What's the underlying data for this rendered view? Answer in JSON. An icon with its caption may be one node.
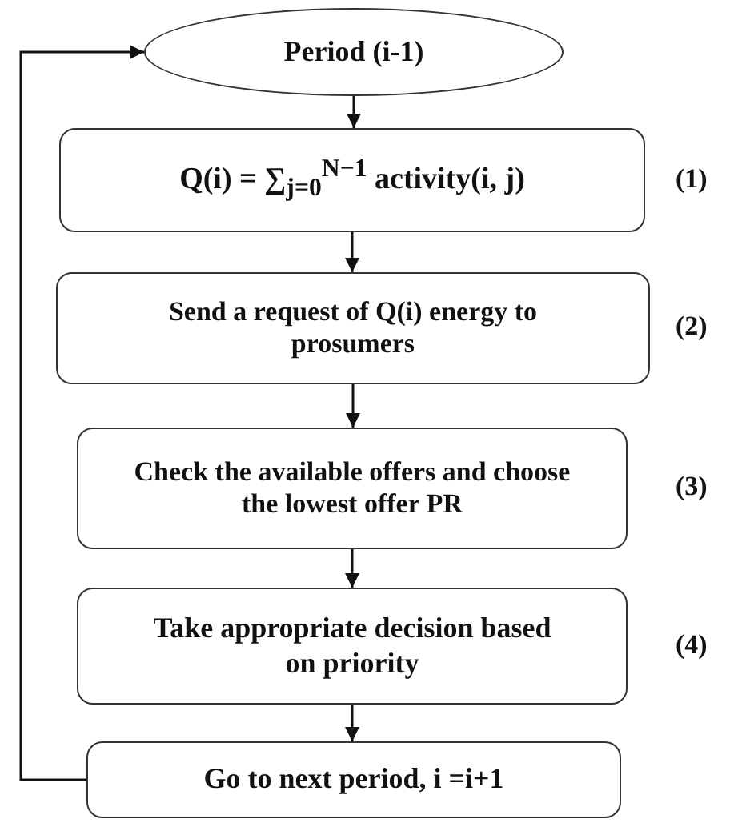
{
  "diagram": {
    "nodes": [
      {
        "text": [
          "Period (i-1)"
        ]
      },
      {
        "text": [
          "Q(i) = ∑$_{j=0}$$^{N−1}$ activity(i, j)"
        ],
        "beside": [
          "(1)"
        ]
      },
      {
        "text": [
          "Send a request of Q(i) energy to prosumers"
        ],
        "beside": [
          "(2)"
        ]
      },
      {
        "text": [
          "Check the available offers and choose the lowest offer PR"
        ],
        "beside": [
          "(3)"
        ]
      },
      {
        "text": [
          "Take appropriate decision based on priority"
        ],
        "beside": [
          "(4)"
        ]
      },
      {
        "text": [
          "Go to next period, i =i+1"
        ]
      }
    ],
    "edges": [
      {
        "from": 0,
        "to": 1,
        "arrow": "to"
      },
      {
        "from": 1,
        "to": 2,
        "arrow": "to"
      },
      {
        "from": 2,
        "to": 3,
        "arrow": "to"
      },
      {
        "from": 3,
        "to": 4,
        "arrow": "to"
      },
      {
        "from": 4,
        "to": 5,
        "arrow": "to"
      },
      {
        "from": 5,
        "to": 0,
        "arrow": "to"
      }
    ]
  }
}
